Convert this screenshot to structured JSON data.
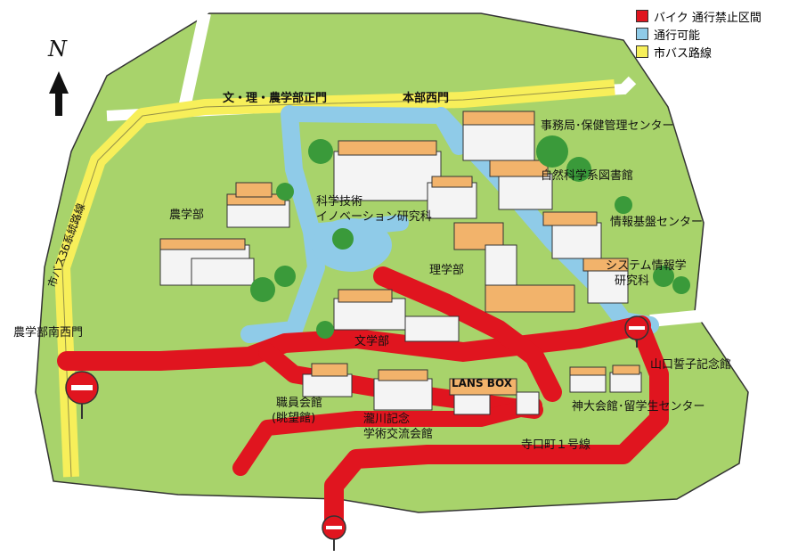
{
  "legend": [
    {
      "label": "バイク 通行禁止区間",
      "color": "#e0151f"
    },
    {
      "label": "通行可能",
      "color": "#8fcbe8"
    },
    {
      "label": "市バス路線",
      "color": "#f7ef5a"
    }
  ],
  "compass": {
    "letter": "N"
  },
  "places": {
    "main_gate": "文・理・農学部正門",
    "west_gate": "本部西門",
    "admin": "事務局･保健管理センター",
    "library": "自然科学系図書館",
    "science_tech_1": "科学技術",
    "science_tech_2": "イノベーション研究科",
    "agriculture": "農学部",
    "info_center": "情報基盤センター",
    "system_1": "システム情報学",
    "system_2": "研究科",
    "science": "理学部",
    "south_west_gate": "農学部南西門",
    "letters": "文学部",
    "yamaguchi": "山口誓子記念館",
    "staff_hall_1": "職員会館",
    "staff_hall_2": "(眺望館)",
    "takigawa_1": "瀧川記念",
    "takigawa_2": "学術交流会館",
    "lans_box": "LANS BOX",
    "kobe_hall": "神大会館･留学生センター",
    "teraguchi": "寺口町１号線",
    "bus_route": "市バス36系統路線"
  },
  "colors": {
    "grass": "#a8d36b",
    "road_red": "#e0151f",
    "road_blue": "#8fcbe8",
    "road_yellow": "#f7ef5a",
    "building_roof": "#f2b36b",
    "building_wall": "#f4f4f4",
    "tree": "#3a9a3a"
  }
}
